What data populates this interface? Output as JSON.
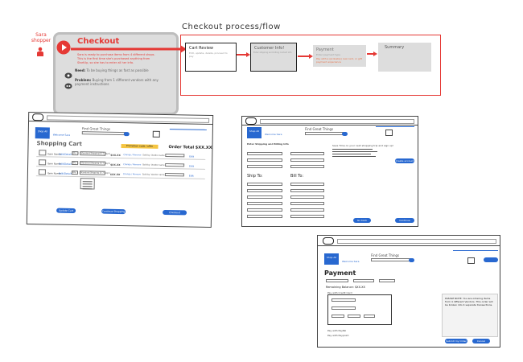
{
  "persona": {
    "name_line1": "Sara",
    "name_line2": "shopper"
  },
  "checkout": {
    "title": "Checkout",
    "description": "Sara is ready to purchase items from 4 different shops. This is the first time she's purchased anything from StartUp, so she has to enter all her info.",
    "need_label": "Need:",
    "need_text": "To be buying things as fast as possible",
    "problem_label": "Problem:",
    "problem_text": "Buying from 1 different vendors with any payment instructions"
  },
  "flow": {
    "title": "Checkout process/flow",
    "steps": [
      {
        "title": "Cart Review",
        "sub": "Edit, update, delete, proceed to pay"
      },
      {
        "title": "Customer Info!",
        "sub": "Enter shipping and billing contact info"
      },
      {
        "title": "Payment",
        "sub": "Enter payment type",
        "note": "Pay with a (probably) real card, or gift payment experience"
      },
      {
        "title": "Summary",
        "sub": ""
      }
    ]
  },
  "cart_screen": {
    "nav_logo_text": "Shop All",
    "greeting": "Welcome Sara",
    "search_label": "Find Great Things",
    "title": "Shopping Cart",
    "promo": "Promotion code / offer",
    "order_total": "Order Total $XX.XX",
    "items": [
      {
        "name": "Item Name",
        "link": "Edit/Details",
        "qty": "Qty: 1",
        "ship": "Standard Shipping (5-7 days)",
        "price": "$XX.XX",
        "actions": "Change / Remove",
        "seller": "Sold by: Vendor name"
      },
      {
        "name": "Item Name",
        "link": "Edit/Details",
        "qty": "Qty: 1",
        "ship": "Standard Shipping (5-7 days)",
        "price": "$XX.XX",
        "actions": "Change / Remove",
        "seller": "Sold by: Vendor name"
      },
      {
        "name": "Item Name",
        "link": "Edit/Details",
        "qty": "Qty: 1",
        "ship": "Standard Shipping (5-7 days)",
        "price": "$XX.XX",
        "actions": "Change / Remove",
        "seller": "Sold by: Vendor name"
      }
    ],
    "buttons": {
      "update": "Update Cart",
      "continue": "Continue Shopping",
      "checkout": "Checkout"
    }
  },
  "info_screen": {
    "nav_logo_text": "Shop All",
    "greeting": "Welcome Sara",
    "search_label": "Find Great Things",
    "section_title": "Enter Shipping and Billing Info",
    "ship_to": "Ship To:",
    "bill_to": "Bill To:",
    "signup_title": "Save Time on your next shopping trip and sign up!",
    "buttons": {
      "create": "Create account",
      "cancel": "Go back",
      "continue": "Continue"
    }
  },
  "payment_screen": {
    "nav_logo_text": "Shop All",
    "greeting": "Welcome Sara",
    "search_label": "Find Great Things",
    "title": "Payment",
    "balance": "Remaining Balance: $XX.XX",
    "options": [
      "Pay with Credit Card",
      "Pay with PayPal",
      "Pay with Paypoint"
    ],
    "side_note": "PLEASE NOTE: You are ordering items from 4 different Vendors. This order will be broken into 4 separate transactions.",
    "buttons": {
      "submit": "Submit my Order",
      "cancel": "Cancel"
    }
  }
}
